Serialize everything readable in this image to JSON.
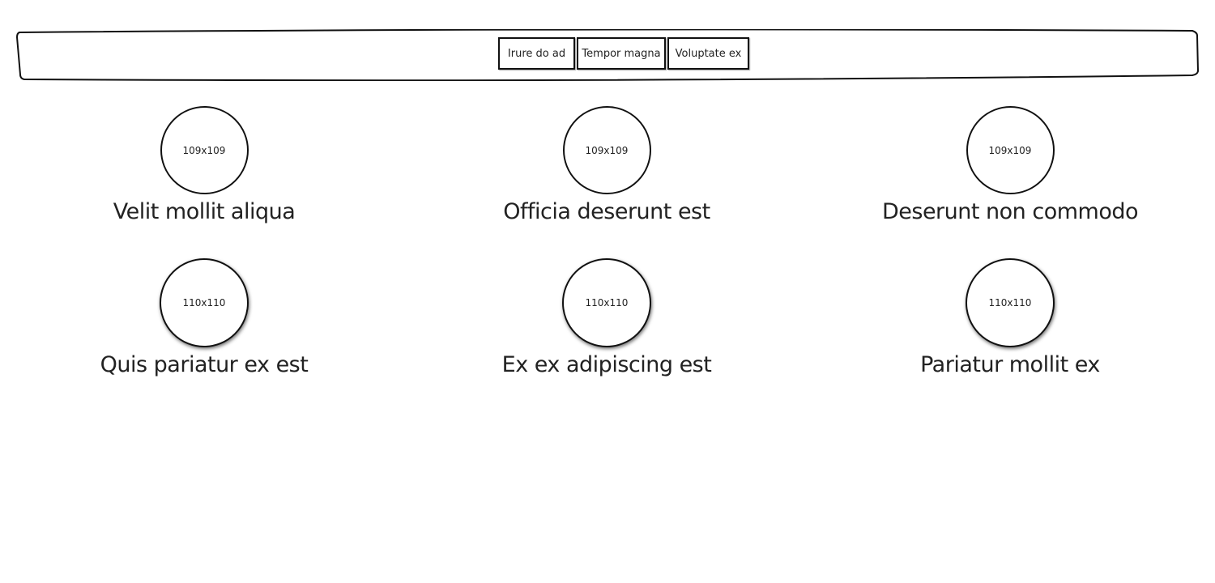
{
  "nav": {
    "buttons": [
      "Irure do ad",
      "Tempor magna",
      "Voluptate ex"
    ]
  },
  "cards": [
    {
      "placeholder": "109x109",
      "caption": "Velit mollit aliqua"
    },
    {
      "placeholder": "109x109",
      "caption": "Officia deserunt est"
    },
    {
      "placeholder": "109x109",
      "caption": "Deserunt non commodo"
    },
    {
      "placeholder": "110x110",
      "caption": "Quis pariatur ex est"
    },
    {
      "placeholder": "110x110",
      "caption": "Ex ex adipiscing est"
    },
    {
      "placeholder": "110x110",
      "caption": "Pariatur mollit ex"
    }
  ]
}
